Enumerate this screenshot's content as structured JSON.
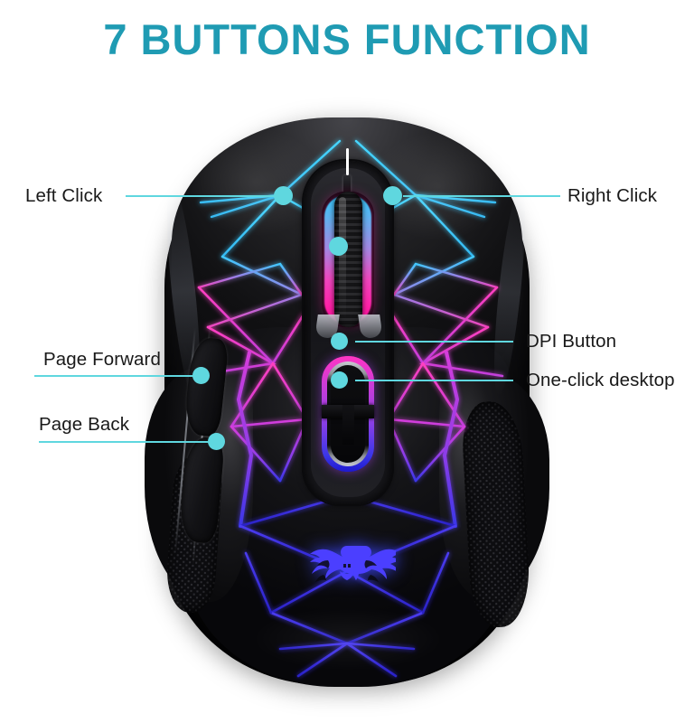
{
  "page": {
    "title": "7 BUTTONS FUNCTION",
    "background_color": "#ffffff",
    "title_color": "#1f9bb3",
    "leader_color": "#5fd7df"
  },
  "product": {
    "name": "rgb-gaming-mouse",
    "logo_icon": "bat-emblem-icon",
    "lighting_colors": [
      "#35c8ff",
      "#a586e2",
      "#ff22a9",
      "#3b36e8"
    ]
  },
  "callouts": [
    {
      "id": "left-click",
      "label": "Left Click",
      "side": "left"
    },
    {
      "id": "right-click",
      "label": "Right Click",
      "side": "right"
    },
    {
      "id": "page-forward",
      "label": "Page Forward",
      "side": "left"
    },
    {
      "id": "page-back",
      "label": "Page Back",
      "side": "left"
    },
    {
      "id": "dpi-button",
      "label": "DPI Button",
      "side": "right"
    },
    {
      "id": "one-click-desktop",
      "label": "One-click desktop",
      "side": "right"
    },
    {
      "id": "scroll-wheel",
      "label": "",
      "side": "center"
    }
  ]
}
